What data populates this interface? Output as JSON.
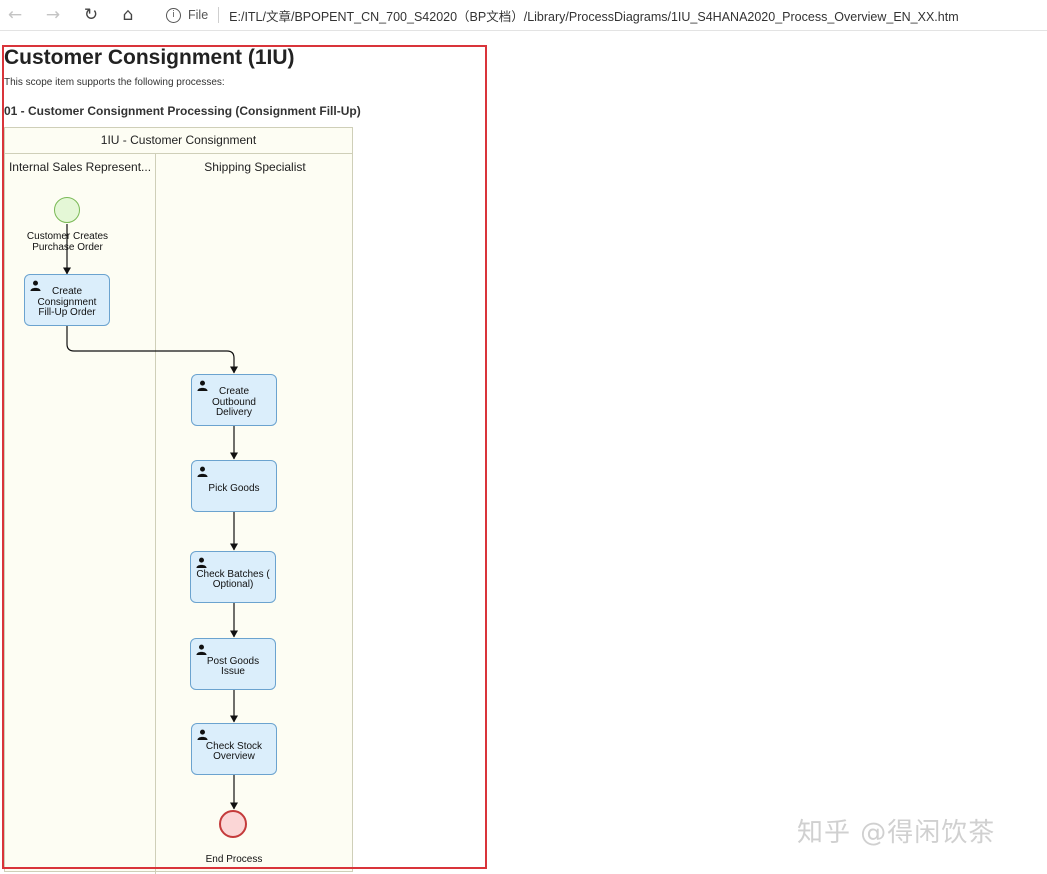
{
  "browser": {
    "back_icon": "←",
    "forward_icon": "→",
    "reload_icon": "↻",
    "home_icon": "⌂",
    "info_icon": "i",
    "file_label": "File",
    "url": "E:/ITL/文章/BPOPENT_CN_700_S42020（BP文档）/Library/ProcessDiagrams/1IU_S4HANA2020_Process_Overview_EN_XX.htm"
  },
  "page": {
    "title": "Customer Consignment (1IU)",
    "intro": "This scope item supports the following processes:",
    "process_heading": "01 - Customer Consignment Processing (Consignment Fill-Up)"
  },
  "diagram": {
    "pool_title": "1IU - Customer Consignment",
    "lanes": [
      "Internal Sales Represent...",
      "Shipping Specialist"
    ],
    "start_event": "Customer Creates Purchase Order",
    "end_event": "End Process",
    "tasks": [
      "Create Consignment Fill-Up Order",
      "Create Outbound Delivery",
      "Pick Goods",
      "Check Batches ( Optional)",
      "Post Goods Issue",
      "Check Stock Overview"
    ],
    "colors": {
      "task_fill": "#dbeefb",
      "task_border": "#6ba3cf",
      "start_fill": "#e4f7d6",
      "end_border": "#c43b3b",
      "highlight": "#d9343a"
    }
  },
  "watermark": "知乎 @得闲饮茶"
}
